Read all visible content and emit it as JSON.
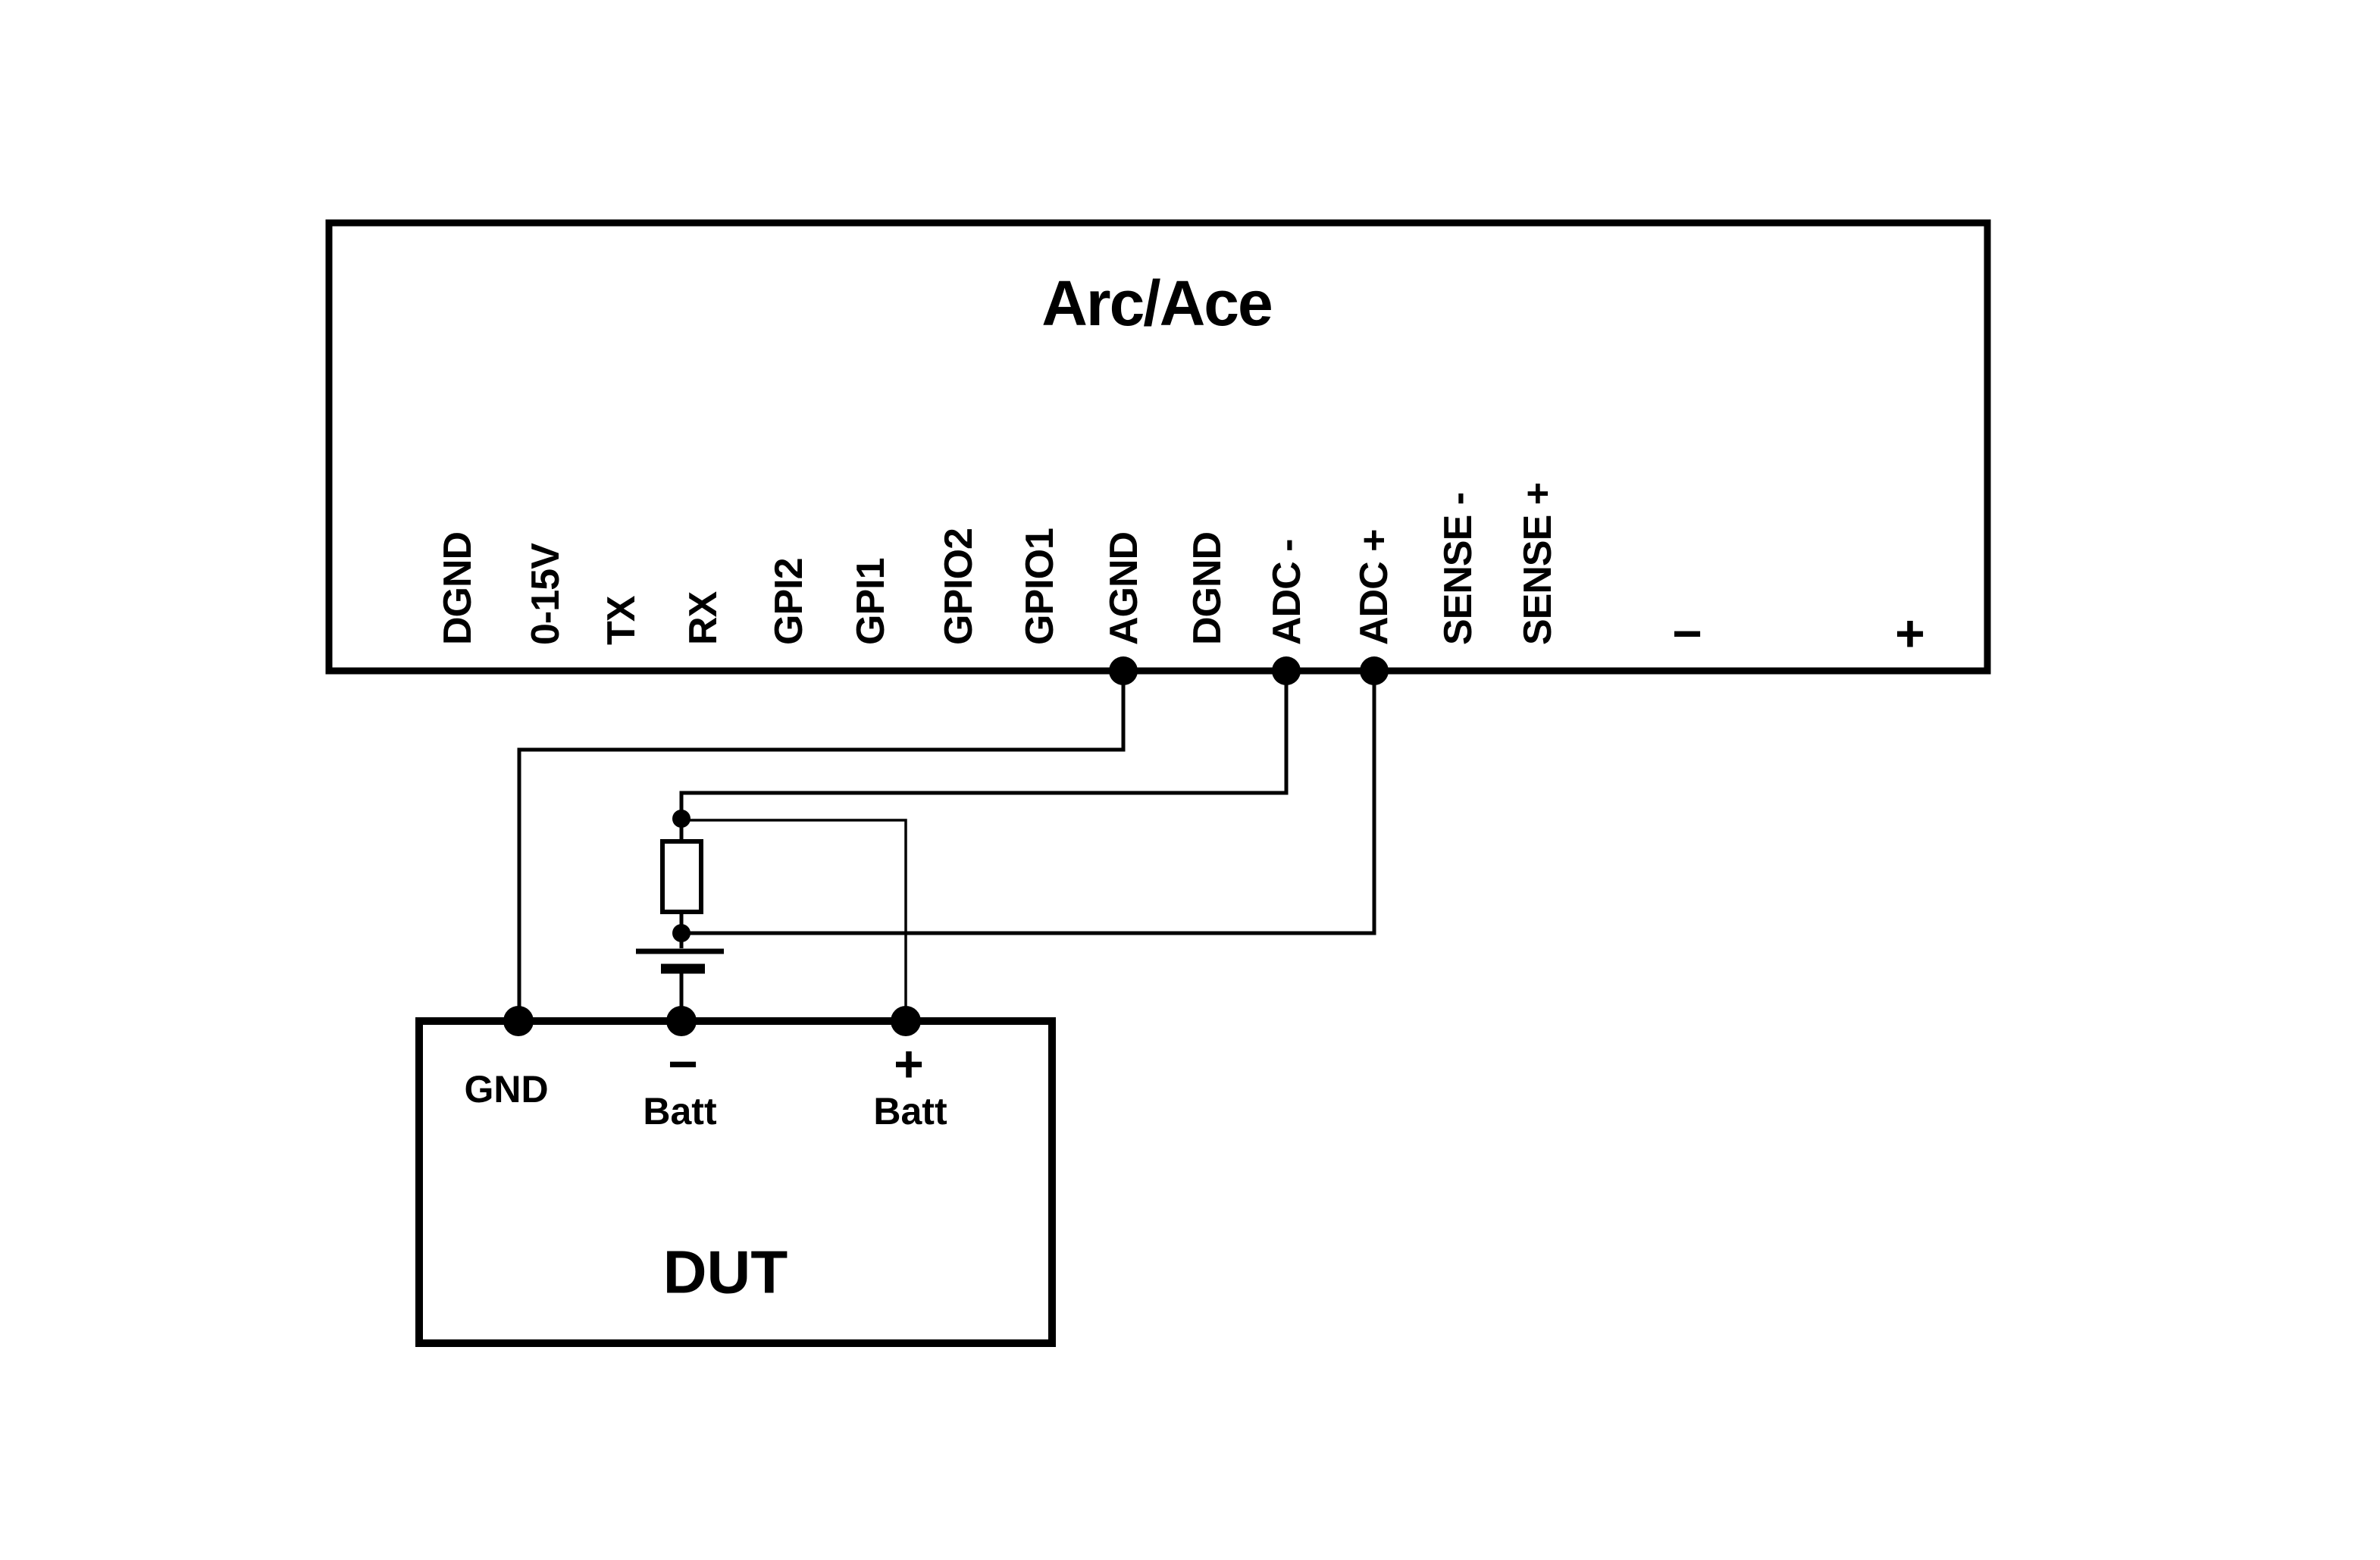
{
  "device_box": {
    "title": "Arc/Ace",
    "pins": [
      {
        "label": "DGND"
      },
      {
        "label": "0-15V"
      },
      {
        "label": "TX"
      },
      {
        "label": "RX"
      },
      {
        "label": "GPI2"
      },
      {
        "label": "GPI1"
      },
      {
        "label": "GPIO2"
      },
      {
        "label": "GPIO1"
      },
      {
        "label": "AGND",
        "connected": true
      },
      {
        "label": "DGND"
      },
      {
        "label": "ADC -",
        "connected": true
      },
      {
        "label": "ADC +",
        "connected": true
      },
      {
        "label": "SENSE -"
      },
      {
        "label": "SENSE +"
      }
    ],
    "output_minus": "−",
    "output_plus": "+"
  },
  "dut_box": {
    "title": "DUT",
    "terminals": [
      {
        "label": "GND"
      },
      {
        "sign": "−",
        "label": "Batt"
      },
      {
        "sign": "+",
        "label": "Batt"
      }
    ]
  },
  "components": [
    {
      "name": "sense-resistor",
      "type": "resistor"
    },
    {
      "name": "battery",
      "type": "battery"
    }
  ],
  "connections": [
    {
      "from": "AGND pin",
      "to": "DUT GND terminal"
    },
    {
      "from": "ADC - pin",
      "to": "resistor top node"
    },
    {
      "from": "ADC + pin",
      "to": "resistor bottom node"
    },
    {
      "from": "resistor top node",
      "to": "DUT + Batt terminal"
    },
    {
      "from": "battery bottom plate",
      "to": "DUT − Batt terminal"
    }
  ],
  "colors": {
    "ink": "#000000",
    "background": "#ffffff"
  }
}
